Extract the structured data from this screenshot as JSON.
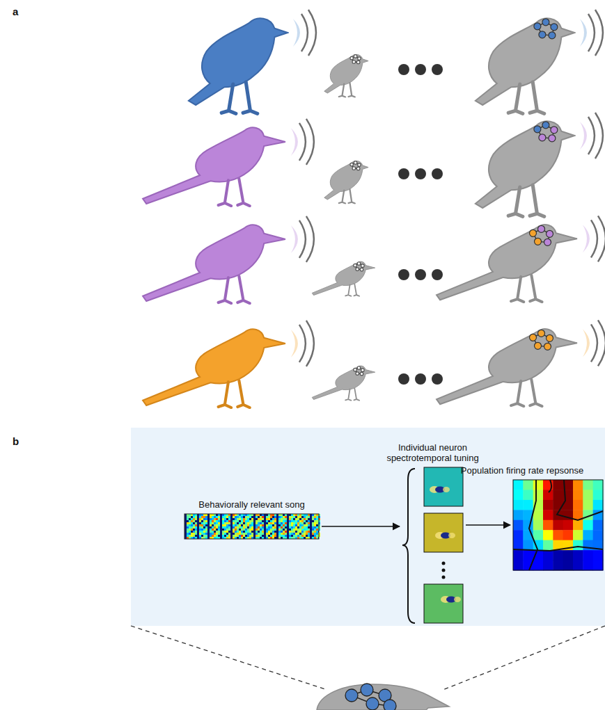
{
  "diagram": {
    "nodes": [
      {
        "text": [
          "Behaviorally relevant song"
        ]
      },
      {
        "text": [
          "Individual neuron spectrotemporal tuning"
        ]
      },
      {
        "text": [
          "Population firing rate repsonse"
        ]
      }
    ],
    "edges": [
      {
        "from": 0,
        "to": 1,
        "arrow": "to"
      },
      {
        "from": 1,
        "to": 2,
        "arrow": "to"
      }
    ],
    "labels": [
      "a",
      "b"
    ]
  }
}
